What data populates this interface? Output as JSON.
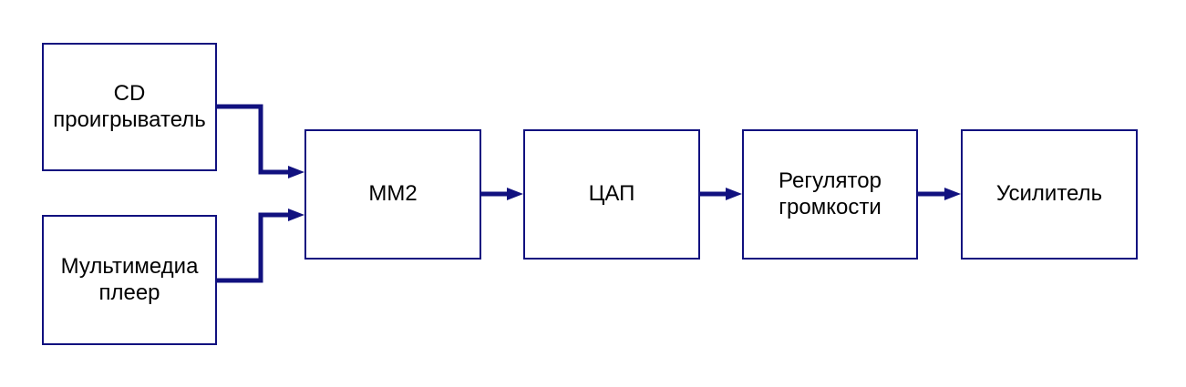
{
  "diagram": {
    "nodes": [
      {
        "id": "cd",
        "label": "CD проигрыватель"
      },
      {
        "id": "multimedia",
        "label": "Мультимедиа плеер"
      },
      {
        "id": "mm2",
        "label": "ММ2"
      },
      {
        "id": "dac",
        "label": "ЦАП"
      },
      {
        "id": "volume",
        "label": "Регулятор громкости"
      },
      {
        "id": "amp",
        "label": "Усилитель"
      }
    ],
    "connectors": [
      {
        "from": "cd",
        "to": "mm2"
      },
      {
        "from": "multimedia",
        "to": "mm2"
      },
      {
        "from": "mm2",
        "to": "dac"
      },
      {
        "from": "dac",
        "to": "volume"
      },
      {
        "from": "volume",
        "to": "amp"
      }
    ]
  },
  "theme": {
    "line_color": "#11117f",
    "box_border_color": "#11117f",
    "box_fill_color": "#ffffff",
    "text_color": "#000000",
    "background_color": "#ffffff"
  }
}
